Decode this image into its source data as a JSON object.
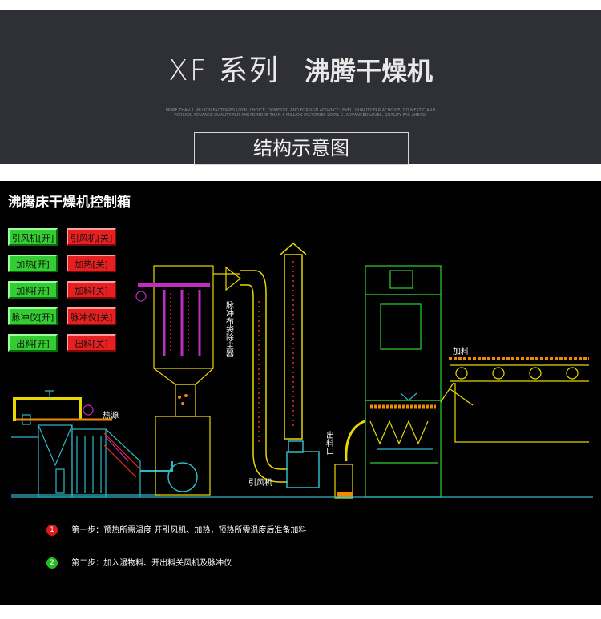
{
  "header": {
    "series": "XF 系列",
    "product": "沸腾干燥机",
    "small_text": "MORE THAN 1 MILLION FACTORIES LOYAL CHOICE, DOMESTIC AND FORSIGN ADVANCE LEVEL, QUALITY FAR ACHOICE; DO MESTIC AND FORSIGN ADVANCE QUALITY FAR AHEAD MORE THAN 1 MILLION FACTORIES LOYAL C. ADVANCED LEVEL, QUALITY FAR AHEAD.",
    "section_label": "结构示意图"
  },
  "panel": {
    "title": "沸腾床干燥机控制箱",
    "buttons": [
      {
        "on": "引风机[开]",
        "off": "引风机[关]"
      },
      {
        "on": "加热[开]",
        "off": "加热[关]"
      },
      {
        "on": "加料[开]",
        "off": "加料[关]"
      },
      {
        "on": "脉冲仪[开]",
        "off": "脉冲仪[关]"
      },
      {
        "on": "出料[开]",
        "off": "出料[关]"
      }
    ],
    "labels": {
      "dust_collector": "脉冲布袋除尘器",
      "heat_source": "热源",
      "outlet": "出料口",
      "fan": "引风机",
      "feed": "加料"
    },
    "steps": [
      {
        "num": "1",
        "text": "第一步：预热所需温度    开引风机、加热，预热所需温度后准备加料",
        "color": "#e01818"
      },
      {
        "num": "2",
        "text": "第二步：加入湿物料、开出料关风机及脉冲仪",
        "color": "#22bb22"
      }
    ]
  },
  "colors": {
    "header_bg": "#2f2f36",
    "panel_bg": "#000000",
    "line_yellow": "#e6d800",
    "line_green": "#2ed02e",
    "line_cyan": "#2fb8c8",
    "line_magenta": "#c02ec0",
    "line_red": "#e03020",
    "line_orange": "#f08a00"
  }
}
